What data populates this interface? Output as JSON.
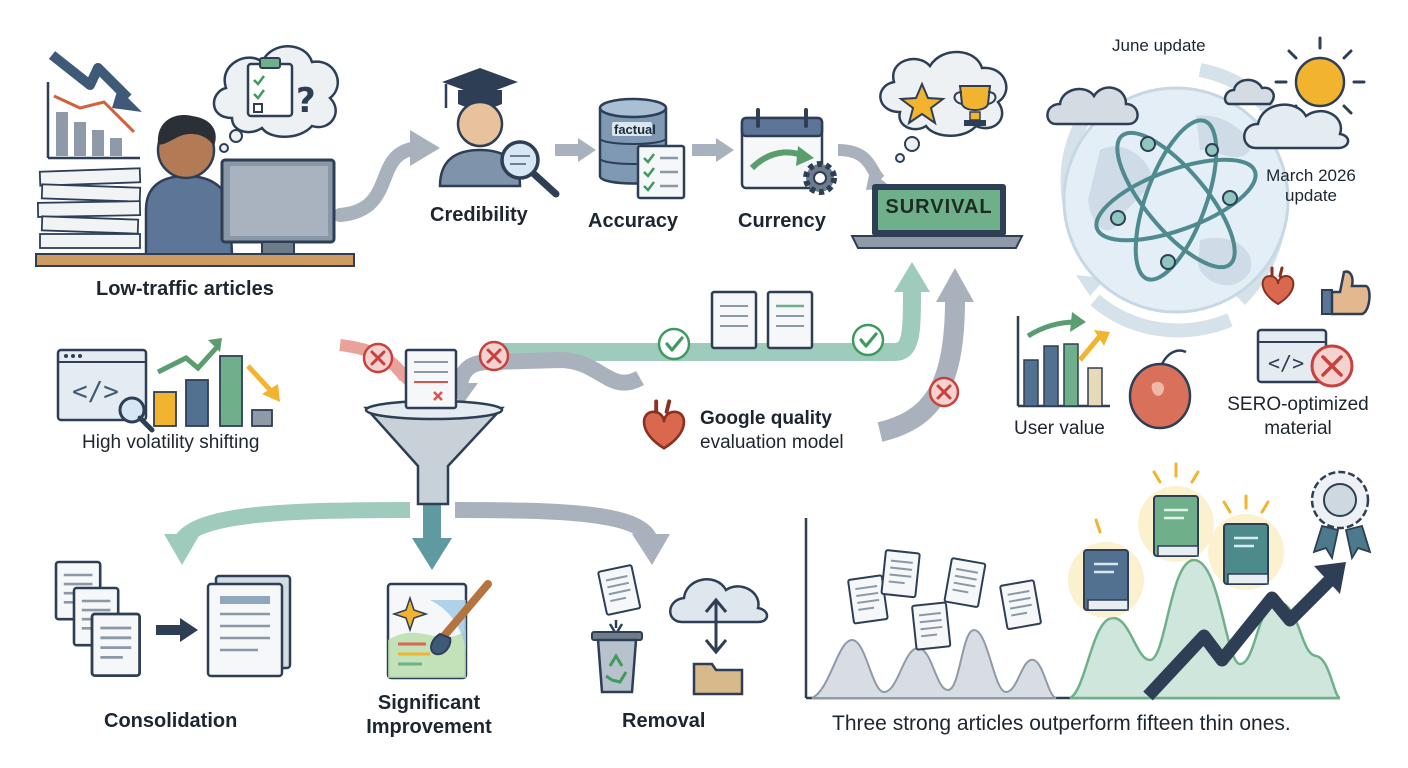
{
  "labels": {
    "low_traffic": "Low-traffic articles",
    "credibility": "Credibility",
    "accuracy": "Accuracy",
    "currency": "Currency",
    "factual": "factual",
    "survival": "SURVIVAL",
    "june_update": "June update",
    "march_update_line1": "March 2026",
    "march_update_line2": "update",
    "user_value": "User value",
    "sero_line1": "SERO-optimized",
    "sero_line2": "material",
    "high_volatility": "High volatility shifting",
    "google_line1": "Google quality",
    "google_line2": "evaluation model",
    "consolidation": "Consolidation",
    "significant_line1": "Significant",
    "significant_line2": "Improvement",
    "removal": "Removal",
    "caption": "Three strong articles outperform fifteen thin ones."
  },
  "colors": {
    "accent_green": "#6fb08a",
    "flow_teal": "#9fcbbc",
    "flow_gray": "#a9b2bc",
    "reject_red": "#d9534f",
    "pass_green": "#3e9a5f",
    "navy": "#2e3f55",
    "blue_gray": "#7f93ab"
  },
  "icons": [
    "trend-down-icon",
    "clipboard-question-icon",
    "person-at-computer-icon",
    "graduation-cap-icon",
    "magnifier-icon",
    "database-icon",
    "checklist-icon",
    "calendar-icon",
    "gear-icon",
    "star-icon",
    "trophy-icon",
    "laptop-icon",
    "globe-icon",
    "atom-icon",
    "cloud-icon",
    "sun-icon",
    "heart-icon",
    "thumbs-up-icon",
    "code-window-icon",
    "reject-icon",
    "check-icon",
    "funnel-icon",
    "document-icon",
    "paintbrush-icon",
    "recycle-bin-icon",
    "cloud-sync-icon",
    "folder-icon",
    "book-icon",
    "medal-icon"
  ]
}
